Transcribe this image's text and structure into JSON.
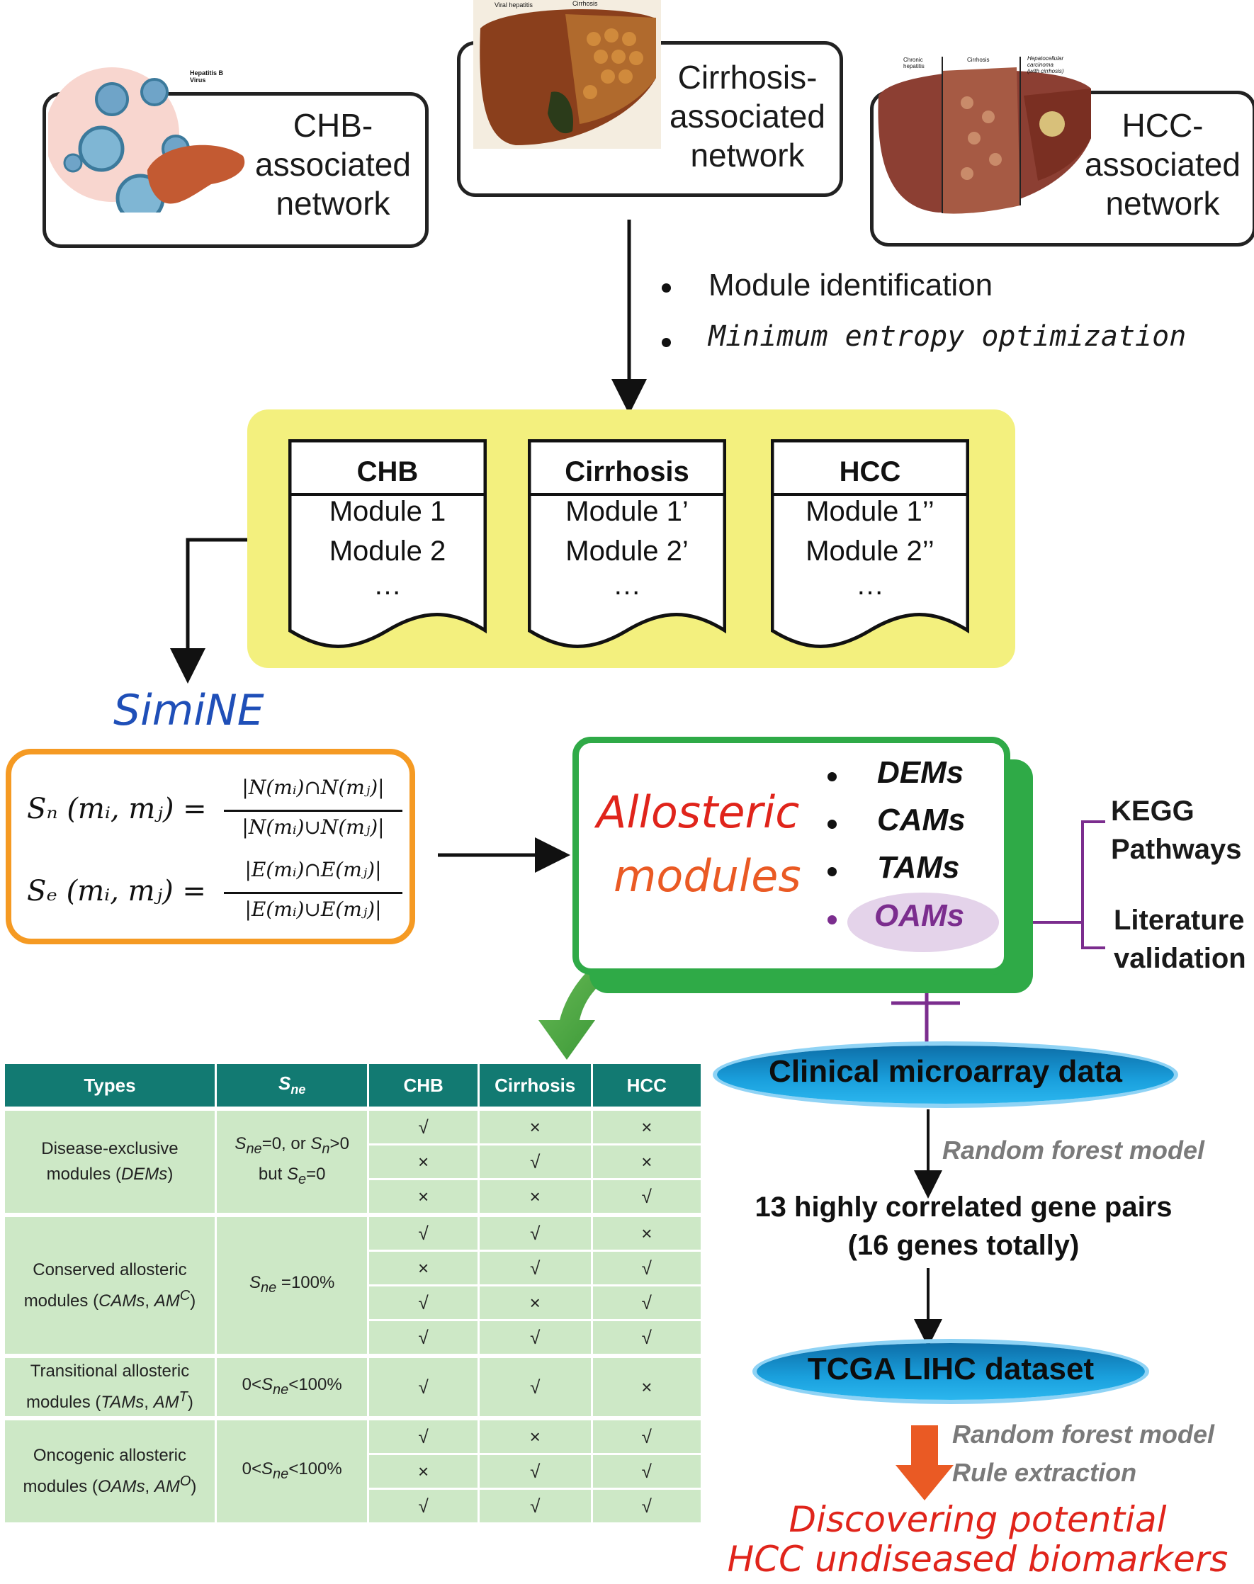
{
  "networks": {
    "chb": {
      "label": "CHB-\nassociated\nnetwork",
      "image_caption": "Hepatitis B\nVirus"
    },
    "cirrhosis": {
      "label": "Cirrhosis-\nassociated\nnetwork",
      "image_caption_left": "Viral hepatitis",
      "image_caption_right": "Cirrhosis"
    },
    "hcc": {
      "label": "HCC-\nassociated\nnetwork",
      "image_caption_1": "Chronic\nhepatitis",
      "image_caption_2": "Cirrhosis",
      "image_caption_3": "Hepatocellular\ncarcinoma\n(with cirrhosis)"
    }
  },
  "steps": [
    "Module identification",
    "Minimum entropy optimization"
  ],
  "module_lists": [
    {
      "title": "CHB",
      "lines": [
        "Module 1",
        "Module 2",
        "…"
      ]
    },
    {
      "title": "Cirrhosis",
      "lines": [
        "Module 1’",
        "Module 2’",
        "…"
      ]
    },
    {
      "title": "HCC",
      "lines": [
        "Module 1’’",
        "Module 2’’",
        "…"
      ]
    }
  ],
  "simine": "SimiNE",
  "formulas": {
    "sn_lhs": "Sₙ (mᵢ, mⱼ) =",
    "sn_num": "|N(mᵢ)∩N(mⱼ)|",
    "sn_den": "|N(mᵢ)∪N(mⱼ)|",
    "se_lhs": "Sₑ (mᵢ, mⱼ) =",
    "se_num": "|E(mᵢ)∩E(mⱼ)|",
    "se_den": "|E(mᵢ)∪E(mⱼ)|"
  },
  "allosteric": {
    "title_1": "Allosteric",
    "title_2": "modules",
    "items": [
      "DEMs",
      "CAMs",
      "TAMs",
      "OAMs"
    ]
  },
  "validation": [
    "KEGG\nPathways",
    "Literature\nvalidation"
  ],
  "pipeline": {
    "clinical": "Clinical microarray data",
    "rf1": "Random forest model",
    "pairs_1": "13 highly correlated gene pairs",
    "pairs_2": "(16 genes totally)",
    "tcga": "TCGA LIHC dataset",
    "rf2": "Random forest model",
    "rule": "Rule extraction",
    "result_1": "Discovering potential",
    "result_2": "HCC undiseased biomarkers"
  },
  "table": {
    "headers": [
      "Types",
      "Sne",
      "CHB",
      "Cirrhosis",
      "HCC"
    ],
    "groups": [
      {
        "type": "Disease-exclusive\nmodules (DEMs)",
        "sne": "Sne=0, or Sn>0\nbut Se=0",
        "rows": [
          [
            "√",
            "×",
            "×"
          ],
          [
            "×",
            "√",
            "×"
          ],
          [
            "×",
            "×",
            "√"
          ]
        ]
      },
      {
        "type": "Conserved allosteric\nmodules (CAMs, AMC)",
        "sne": "Sne =100%",
        "rows": [
          [
            "√",
            "√",
            "×"
          ],
          [
            "×",
            "√",
            "√"
          ],
          [
            "√",
            "×",
            "√"
          ],
          [
            "√",
            "√",
            "√"
          ]
        ]
      },
      {
        "type": "Transitional allosteric\nmodules (TAMs, AMT)",
        "sne": "0<Sne<100%",
        "rows": [
          [
            "√",
            "√",
            "×"
          ]
        ]
      },
      {
        "type": "Oncogenic allosteric\nmodules (OAMs, AMO)",
        "sne": "0<Sne<100%",
        "rows": [
          [
            "√",
            "×",
            "√"
          ],
          [
            "×",
            "√",
            "√"
          ],
          [
            "√",
            "√",
            "√"
          ]
        ]
      }
    ]
  },
  "colors": {
    "yellow_panel": "#f3f07e",
    "formula_border": "#f59a23",
    "allosteric_green": "#2faa47",
    "allosteric_title": "#e0241b",
    "oams_purple": "#7b2d8e",
    "table_header": "#127a72",
    "table_cell": "#cde8c6",
    "ellipse_blue": "#1aa0dd",
    "result_red": "#e0241b"
  }
}
